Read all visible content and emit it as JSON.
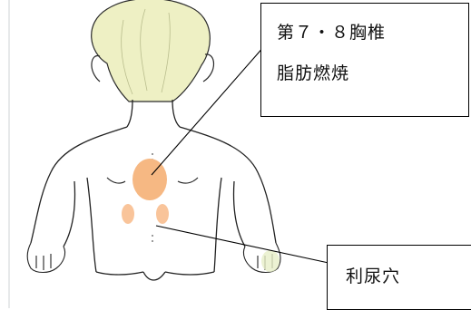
{
  "callouts": {
    "thoracic": {
      "line1": "第７・８胸椎",
      "line2": "脂肪燃焼"
    },
    "diuretic": {
      "line1": "利尿穴"
    }
  },
  "colors": {
    "hair": "#eef0c4",
    "skin_outline": "#222222",
    "highlight_large": "#f6b883",
    "highlight_small": "#f9c49a",
    "leader_line": "#000000"
  }
}
